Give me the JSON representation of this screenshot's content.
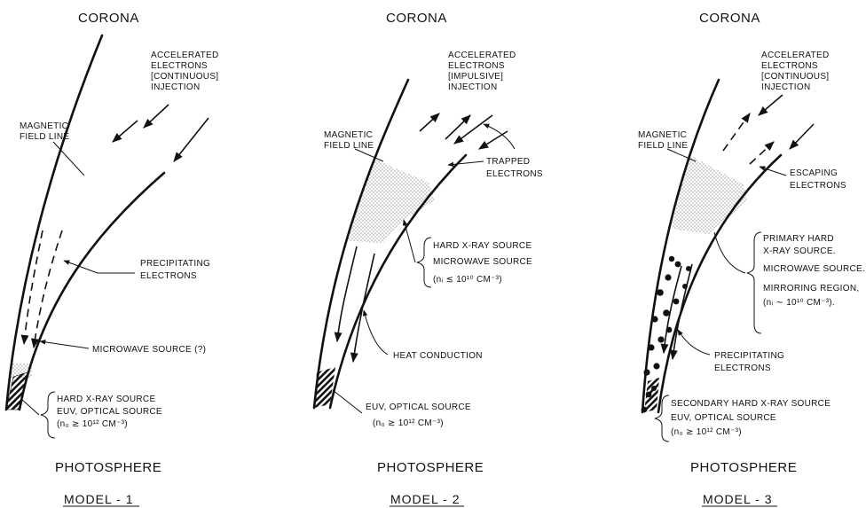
{
  "top_label": "CORONA",
  "bottom_label": "PHOTOSPHERE",
  "models": [
    {
      "title": "MODEL - 1",
      "field_line": [
        "MAGNETIC",
        "FIELD LINE"
      ],
      "electrons": [
        "ACCELERATED",
        "ELECTRONS",
        "[CONTINUOUS]",
        "INJECTION"
      ],
      "precipitating": [
        "PRECIPITATING",
        "ELECTRONS"
      ],
      "microwave": "MICROWAVE SOURCE (?)",
      "source": [
        "HARD X-RAY SOURCE",
        "EUV, OPTICAL SOURCE",
        "(n₀ ≳ 10¹² CM⁻³)"
      ]
    },
    {
      "title": "MODEL - 2",
      "field_line": [
        "MAGNETIC",
        "FIELD LINE"
      ],
      "electrons": [
        "ACCELERATED",
        "ELECTRONS",
        "[IMPULSIVE]",
        "INJECTION"
      ],
      "trapped": [
        "TRAPPED",
        "ELECTRONS"
      ],
      "source_upper": [
        "HARD X-RAY SOURCE",
        "MICROWAVE SOURCE",
        "(nᵢ ≲ 10¹⁰ CM⁻³)"
      ],
      "heat": "HEAT CONDUCTION",
      "source_lower": [
        "EUV, OPTICAL SOURCE",
        "(n₀ ≳ 10¹² CM⁻³)"
      ]
    },
    {
      "title": "MODEL - 3",
      "field_line": [
        "MAGNETIC",
        "FIELD LINE"
      ],
      "electrons": [
        "ACCELERATED",
        "ELECTRONS",
        "[CONTINUOUS]",
        "INJECTION"
      ],
      "escaping": [
        "ESCAPING",
        "ELECTRONS"
      ],
      "source_upper": [
        "PRIMARY HARD",
        "X-RAY SOURCE.",
        "MICROWAVE SOURCE.",
        "MIRRORING REGION,",
        "(nᵢ ∼ 10¹⁰ CM⁻³)."
      ],
      "precipitating": [
        "PRECIPITATING",
        "ELECTRONS"
      ],
      "source_lower": [
        "SECONDARY HARD X-RAY SOURCE",
        "EUV, OPTICAL SOURCE",
        "(n₀ ≳ 10¹² CM⁻³)"
      ]
    }
  ]
}
